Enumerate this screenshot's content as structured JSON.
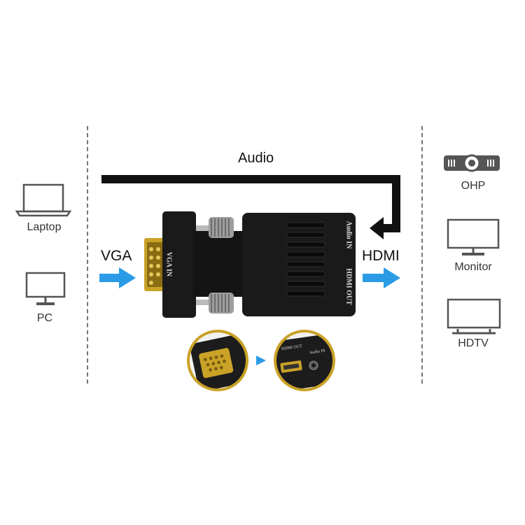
{
  "source_devices": [
    {
      "label": "Laptop",
      "icon": "laptop-icon"
    },
    {
      "label": "PC",
      "icon": "pc-monitor-icon"
    }
  ],
  "output_devices": [
    {
      "label": "OHP",
      "icon": "projector-icon"
    },
    {
      "label": "Monitor",
      "icon": "monitor-icon"
    },
    {
      "label": "HDTV",
      "icon": "tv-icon"
    }
  ],
  "signals": {
    "audio": "Audio",
    "input": "VGA",
    "output": "HDMI"
  },
  "adapter": {
    "vga_port_label": "VGA IN",
    "hdmi_port_label": "HDMI OUT",
    "audio_port_label": "Audio IN"
  },
  "detail": {
    "hdmi_label": "HDMI OUT",
    "audio_label": "Audio IN"
  },
  "colors": {
    "arrow_blue": "#2b9be6",
    "adapter_body": "#1a1a1a",
    "vga_gold": "#c9a227",
    "icon_gray": "#555555"
  }
}
